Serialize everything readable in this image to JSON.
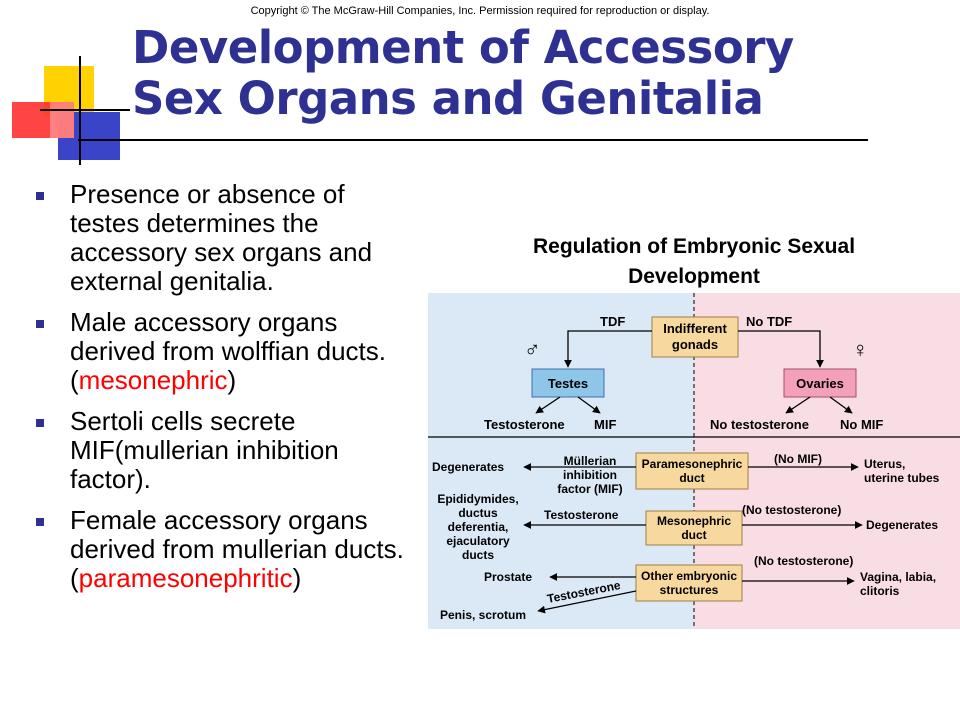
{
  "copyright": "Copyright © The McGraw-Hill Companies, Inc. Permission required for reproduction or display.",
  "title": {
    "line1": "Development of Accessory",
    "line2": "Sex Organs and Genitalia"
  },
  "bullets": [
    {
      "text": "Presence or absence of testes determines the accessory sex organs and external genitalia."
    },
    {
      "pre": "Male accessory organs derived from wolffian ducts.(",
      "red": "mesonephric",
      "post": ")"
    },
    {
      "text": "Sertoli cells secrete MIF(mullerian inhibition factor)."
    },
    {
      "pre": "Female accessory organs derived from mullerian ducts. (",
      "red": "paramesonephritic",
      "post": ")"
    }
  ],
  "figure": {
    "title_line1": "Regulation of Embryonic Sexual",
    "title_line2": "Development",
    "indifferent_gonads": [
      "Indifferent",
      "gonads"
    ],
    "tdf": "TDF",
    "no_tdf": "No TDF",
    "male_symbol": "♂",
    "female_symbol": "♀",
    "testes": "Testes",
    "ovaries": "Ovaries",
    "testosterone": "Testosterone",
    "mif": "MIF",
    "no_testosterone": "No testosterone",
    "no_mif": "No MIF",
    "degenerates": "Degenerates",
    "mullerian_factor": [
      "Müllerian",
      "inhibition",
      "factor (MIF)"
    ],
    "paramesonephric_duct": [
      "Paramesonephric",
      "duct"
    ],
    "paren_no_mif": "(No MIF)",
    "uterus": [
      "Uterus,",
      "uterine tubes"
    ],
    "epididymides": [
      "Epididymides,",
      "ductus",
      "deferentia,",
      "ejaculatory",
      "ducts"
    ],
    "mesonephric_duct": [
      "Mesonephric",
      "duct"
    ],
    "paren_no_testosterone": "(No testosterone)",
    "prostate": "Prostate",
    "other_embryonic": [
      "Other embryonic",
      "structures"
    ],
    "vagina": [
      "Vagina, labia,",
      "clitoris"
    ],
    "penis": "Penis, scrotum",
    "colors": {
      "male_bg": "#dbe9f6",
      "female_bg": "#f9dde5",
      "box_blue": "#8ec6ea",
      "box_pink": "#f4a0b8",
      "box_tan": "#f7d9a0",
      "title": "#2e3192",
      "red": "#ff0000"
    }
  }
}
